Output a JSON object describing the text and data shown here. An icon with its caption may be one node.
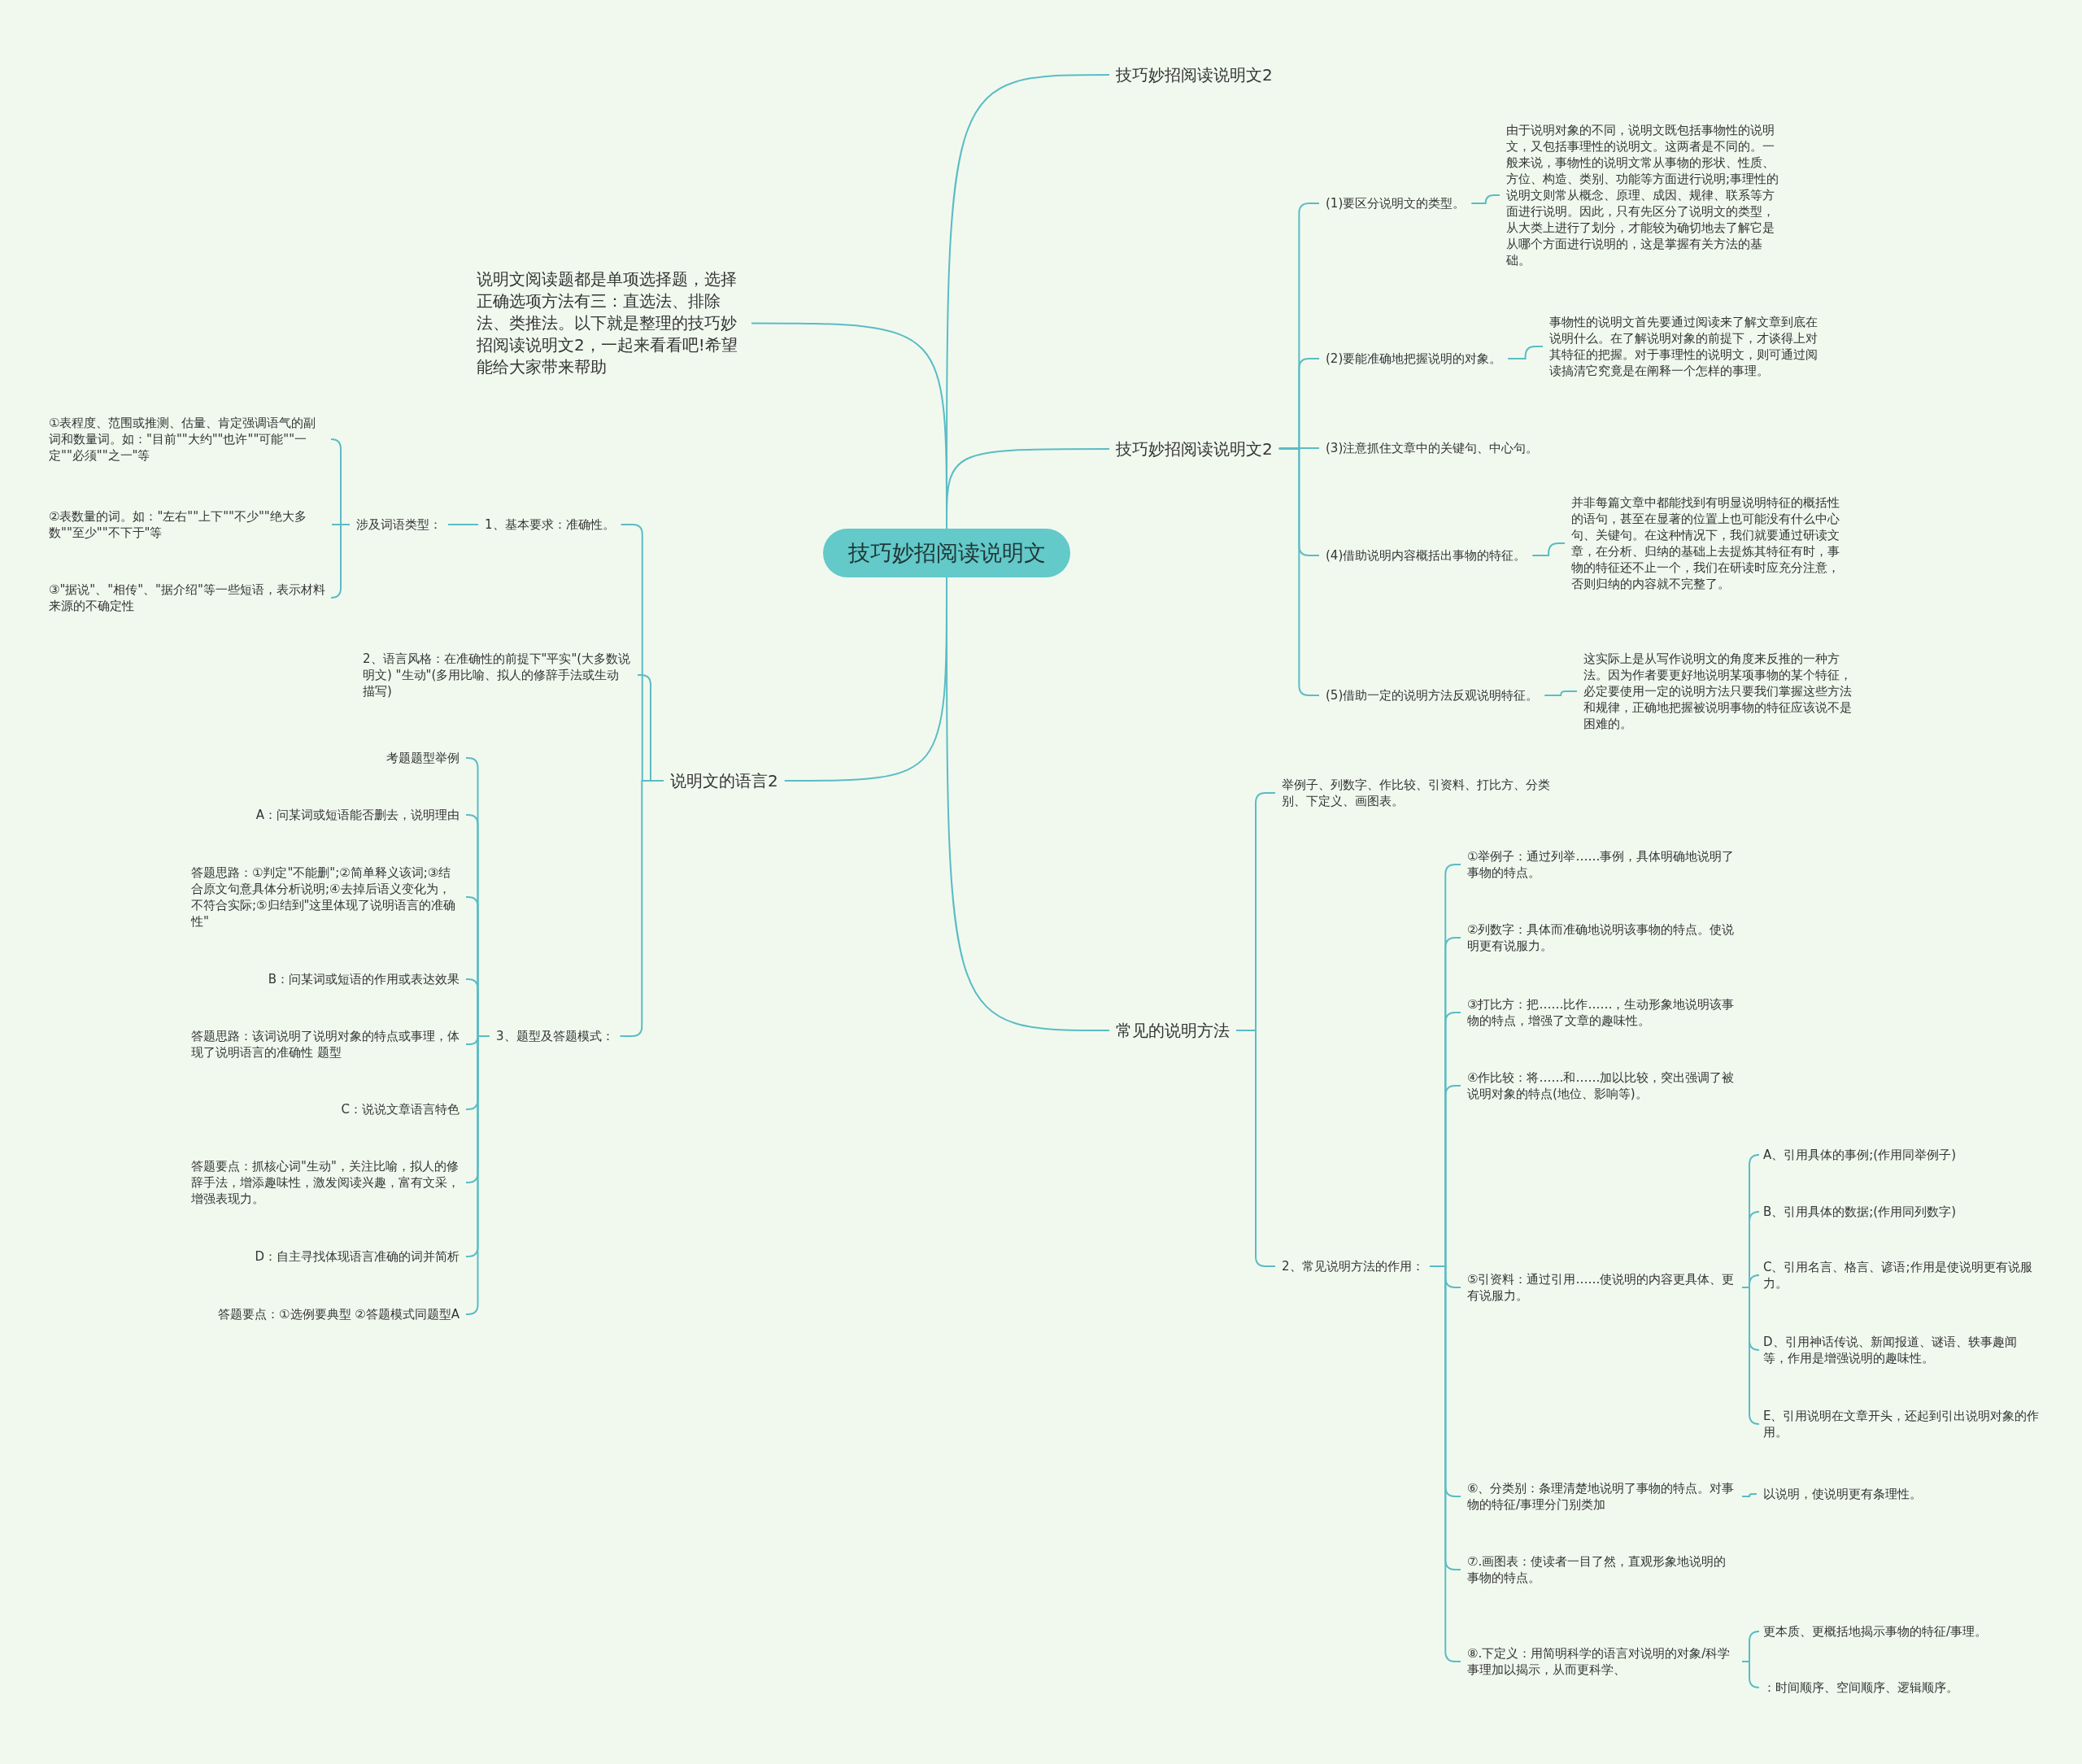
{
  "diagram": {
    "nodes": [
      {
        "text": [
          "技巧妙招阅读说明文"
        ]
      },
      {
        "text": [
          "技巧妙招阅读说明文2"
        ]
      },
      {
        "text": [
          "技巧妙招阅读说明文2"
        ]
      },
      {
        "text": [
          "(1)要区分说明文的类型。"
        ]
      },
      {
        "text": [
          "由于说明对象的不同，说明文既包括事物性的说明文，又包括事理性的说明文。这两者是不同的。一般来说，事物性的说明文常从事物的形状、性质、方位、构造、类别、功能等方面进行说明;事理性的说明文则常从概念、原理、成因、规律、联系等方面进行说明。因此，只有先区分了说明文的类型，从大类上进行了划分，才能较为确切地去了解它是从哪个方面进行说明的，这是掌握有关方法的基础。"
        ]
      },
      {
        "text": [
          "(2)要能准确地把握说明的对象。"
        ]
      },
      {
        "text": [
          "事物性的说明文首先要通过阅读来了解文章到底在说明什么。在了解说明对象的前提下，才谈得上对其特征的把握。对于事理性的说明文，则可通过阅读搞清它究竟是在阐释一个怎样的事理。"
        ]
      },
      {
        "text": [
          "(3)注意抓住文章中的关键句、中心句。"
        ]
      },
      {
        "text": [
          "(4)借助说明内容概括出事物的特征。"
        ]
      },
      {
        "text": [
          "并非每篇文章中都能找到有明显说明特征的概括性的语句，甚至在显著的位置上也可能没有什么中心句、关键句。在这种情况下，我们就要通过研读文章，在分析、归纳的基础上去提炼其特征有时，事物的特征还不止一个，我们在研读时应充分注意，否则归纳的内容就不完整了。"
        ]
      },
      {
        "text": [
          "(5)借助一定的说明方法反观说明特征。"
        ]
      },
      {
        "text": [
          "这实际上是从写作说明文的角度来反推的一种方法。因为作者要更好地说明某项事物的某个特征，必定要使用一定的说明方法只要我们掌握这些方法和规律，正确地把握被说明事物的特征应该说不是困难的。"
        ]
      },
      {
        "text": [
          "常见的说明方法"
        ]
      },
      {
        "text": [
          "举例子、列数字、作比较、引资料、打比方、分类别、下定义、画图表。"
        ]
      },
      {
        "text": [
          "2、常见说明方法的作用："
        ]
      },
      {
        "text": [
          "①举例子：通过列举……事例，具体明确地说明了事物的特点。"
        ]
      },
      {
        "text": [
          "②列数字：具体而准确地说明该事物的特点。使说明更有说服力。"
        ]
      },
      {
        "text": [
          "③打比方：把……比作……，生动形象地说明该事物的特点，增强了文章的趣味性。"
        ]
      },
      {
        "text": [
          "④作比较：将……和……加以比较，突出强调了被说明对象的特点(地位、影响等)。"
        ]
      },
      {
        "text": [
          "⑤引资料：通过引用……使说明的内容更具体、更有说服力。"
        ]
      },
      {
        "text": [
          "A、引用具体的事例;(作用同举例子)"
        ]
      },
      {
        "text": [
          "B、引用具体的数据;(作用同列数字)"
        ]
      },
      {
        "text": [
          "C、引用名言、格言、谚语;作用是使说明更有说服力。"
        ]
      },
      {
        "text": [
          "D、引用神话传说、新闻报道、谜语、轶事趣闻等，作用是增强说明的趣味性。"
        ]
      },
      {
        "text": [
          "E、引用说明在文章开头，还起到引出说明对象的作用。"
        ]
      },
      {
        "text": [
          "⑥、分类别：条理清楚地说明了事物的特点。对事物的特征/事理分门别类加"
        ]
      },
      {
        "text": [
          "以说明，使说明更有条理性。"
        ]
      },
      {
        "text": [
          "⑦.画图表：使读者一目了然，直观形象地说明的事物的特点。"
        ]
      },
      {
        "text": [
          "⑧.下定义：用简明科学的语言对说明的对象/科学事理加以揭示，从而更科学、"
        ]
      },
      {
        "text": [
          "更本质、更概括地揭示事物的特征/事理。"
        ]
      },
      {
        "text": [
          "：时间顺序、空间顺序、逻辑顺序。"
        ]
      },
      {
        "text": [
          "说明文阅读题都是单项选择题，选择正确选项方法有三：直选法、排除法、类推法。以下就是整理的技巧妙招阅读说明文2，一起来看看吧!希望能给大家带来帮助"
        ]
      },
      {
        "text": [
          "说明文的语言2"
        ]
      },
      {
        "text": [
          "1、基本要求：准确性。"
        ]
      },
      {
        "text": [
          "涉及词语类型："
        ]
      },
      {
        "text": [
          "①表程度、范围或推测、估量、肯定强调语气的副词和数量词。如：\"目前\"\"大约\"\"也许\"\"可能\"\"一定\"\"必须\"\"之一\"等"
        ]
      },
      {
        "text": [
          "②表数量的词。如：\"左右\"\"上下\"\"不少\"\"绝大多数\"\"至少\"\"不下于\"等"
        ]
      },
      {
        "text": [
          "③\"据说\"、\"相传\"、\"据介绍\"等一些短语，表示材料来源的不确定性"
        ]
      },
      {
        "text": [
          "2、语言风格：在准确性的前提下\"平实\"(大多数说明文) \"生动\"(多用比喻、拟人的修辞手法或生动描写)"
        ]
      },
      {
        "text": [
          "3、题型及答题模式："
        ]
      },
      {
        "text": [
          "考题题型举例"
        ]
      },
      {
        "text": [
          "A：问某词或短语能否删去，说明理由"
        ]
      },
      {
        "text": [
          "答题思路：①判定\"不能删\";②简单释义该词;③结合原文句意具体分析说明;④去掉后语义变化为，不符合实际;⑤归结到\"这里体现了说明语言的准确性\""
        ]
      },
      {
        "text": [
          "B：问某词或短语的作用或表达效果"
        ]
      },
      {
        "text": [
          "答题思路：该词说明了说明对象的特点或事理，体现了说明语言的准确性 题型"
        ]
      },
      {
        "text": [
          "C：说说文章语言特色"
        ]
      },
      {
        "text": [
          "答题要点：抓核心词\"生动\"，关注比喻，拟人的修辞手法，增添趣味性，激发阅读兴趣，富有文采，增强表现力。"
        ]
      },
      {
        "text": [
          "D：自主寻找体现语言准确的词并简析"
        ]
      },
      {
        "text": [
          "答题要点：①选例要典型 ②答题模式同题型A"
        ]
      }
    ],
    "edges": [
      {
        "from": 0,
        "to": 1,
        "arrow": "none"
      },
      {
        "from": 0,
        "to": 2,
        "arrow": "none"
      },
      {
        "from": 2,
        "to": 3,
        "arrow": "none"
      },
      {
        "from": 3,
        "to": 4,
        "arrow": "none"
      },
      {
        "from": 2,
        "to": 5,
        "arrow": "none"
      },
      {
        "from": 5,
        "to": 6,
        "arrow": "none"
      },
      {
        "from": 2,
        "to": 7,
        "arrow": "none"
      },
      {
        "from": 2,
        "to": 8,
        "arrow": "none"
      },
      {
        "from": 8,
        "to": 9,
        "arrow": "none"
      },
      {
        "from": 2,
        "to": 10,
        "arrow": "none"
      },
      {
        "from": 10,
        "to": 11,
        "arrow": "none"
      },
      {
        "from": 0,
        "to": 12,
        "arrow": "none"
      },
      {
        "from": 12,
        "to": 13,
        "arrow": "none"
      },
      {
        "from": 12,
        "to": 14,
        "arrow": "none"
      },
      {
        "from": 14,
        "to": 15,
        "arrow": "none"
      },
      {
        "from": 14,
        "to": 16,
        "arrow": "none"
      },
      {
        "from": 14,
        "to": 17,
        "arrow": "none"
      },
      {
        "from": 14,
        "to": 18,
        "arrow": "none"
      },
      {
        "from": 14,
        "to": 19,
        "arrow": "none"
      },
      {
        "from": 19,
        "to": 20,
        "arrow": "none"
      },
      {
        "from": 19,
        "to": 21,
        "arrow": "none"
      },
      {
        "from": 19,
        "to": 22,
        "arrow": "none"
      },
      {
        "from": 19,
        "to": 23,
        "arrow": "none"
      },
      {
        "from": 19,
        "to": 24,
        "arrow": "none"
      },
      {
        "from": 14,
        "to": 25,
        "arrow": "none"
      },
      {
        "from": 25,
        "to": 26,
        "arrow": "none"
      },
      {
        "from": 14,
        "to": 27,
        "arrow": "none"
      },
      {
        "from": 14,
        "to": 28,
        "arrow": "none"
      },
      {
        "from": 28,
        "to": 29,
        "arrow": "none"
      },
      {
        "from": 28,
        "to": 30,
        "arrow": "none"
      },
      {
        "from": 0,
        "to": 31,
        "arrow": "none"
      },
      {
        "from": 0,
        "to": 32,
        "arrow": "none"
      },
      {
        "from": 32,
        "to": 33,
        "arrow": "none"
      },
      {
        "from": 33,
        "to": 34,
        "arrow": "none"
      },
      {
        "from": 34,
        "to": 35,
        "arrow": "none"
      },
      {
        "from": 34,
        "to": 36,
        "arrow": "none"
      },
      {
        "from": 34,
        "to": 37,
        "arrow": "none"
      },
      {
        "from": 32,
        "to": 38,
        "arrow": "none"
      },
      {
        "from": 32,
        "to": 39,
        "arrow": "none"
      },
      {
        "from": 39,
        "to": 40,
        "arrow": "none"
      },
      {
        "from": 39,
        "to": 41,
        "arrow": "none"
      },
      {
        "from": 39,
        "to": 42,
        "arrow": "none"
      },
      {
        "from": 39,
        "to": 43,
        "arrow": "none"
      },
      {
        "from": 39,
        "to": 44,
        "arrow": "none"
      },
      {
        "from": 39,
        "to": 45,
        "arrow": "none"
      },
      {
        "from": 39,
        "to": 46,
        "arrow": "none"
      },
      {
        "from": 39,
        "to": 47,
        "arrow": "none"
      },
      {
        "from": 39,
        "to": 48,
        "arrow": "none"
      }
    ]
  }
}
